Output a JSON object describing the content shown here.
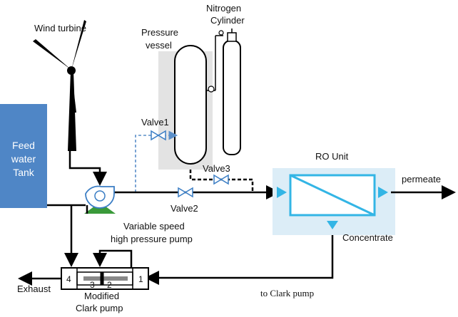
{
  "labels": {
    "wind_turbine": "Wind turbine",
    "pressure_vessel_l1": "Pressure",
    "pressure_vessel_l2": "vessel",
    "nitrogen_l1": "Nitrogen",
    "nitrogen_l2": "Cylinder",
    "feed_l1": "Feed",
    "feed_l2": "water",
    "feed_l3": "Tank",
    "valve1": "Valve1",
    "valve2": "Valve2",
    "valve3": "Valve3",
    "ro_unit": "RO Unit",
    "permeate": "permeate",
    "concentrate": "Concentrate",
    "pump_l1": "Variable speed",
    "pump_l2": "high pressure pump",
    "exhaust": "Exhaust",
    "clark_l1": "Modified",
    "clark_l2": "Clark pump",
    "to_clark": "to Clark pump",
    "port1": "1",
    "port2": "2",
    "port3": "3",
    "port4": "4"
  },
  "colors": {
    "tank_fill": "#4f86c6",
    "ro_bg": "#dcedf7",
    "ro_accent": "#33b5e5",
    "valve": "#3a7dc4",
    "pump_base": "#3a9a3a",
    "vessel_bg": "#e3e3e3"
  }
}
